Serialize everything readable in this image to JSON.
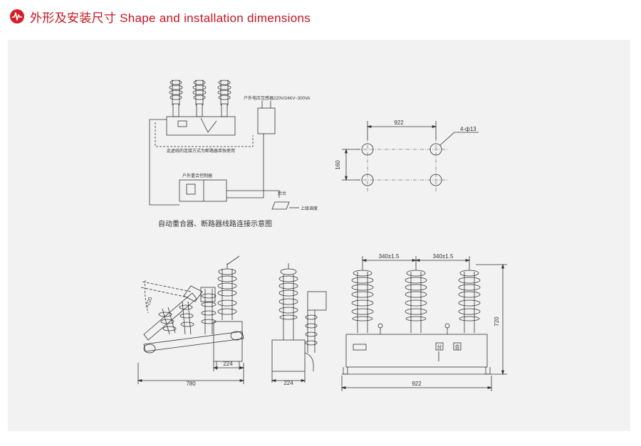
{
  "header": {
    "icon": "waveform-icon",
    "title": "外形及安装尺寸 Shape and installation dimensions",
    "accent_color": "#d41f2a"
  },
  "wiring": {
    "pt_label": "户外电压互感器220V/24KV~300VA",
    "dashed_note": "此虚线的连接方式为断路器单独使用",
    "controller_label": "户外重合控制器",
    "backstage_label": "后台",
    "dispatch_label": "上级调度",
    "caption": "自动重合器、断路器线路连接示意图"
  },
  "mounting": {
    "width": "922",
    "height": "160",
    "holes": "4-ф13"
  },
  "side_view": {
    "angle": ">220",
    "width_total": "780",
    "width_base": "224"
  },
  "end_view": {
    "width": "224"
  },
  "front_view": {
    "spacing_left": "340±1.5",
    "spacing_right": "340±1.5",
    "height": "720",
    "width": "922",
    "open_label": "分",
    "close_label": "合"
  }
}
